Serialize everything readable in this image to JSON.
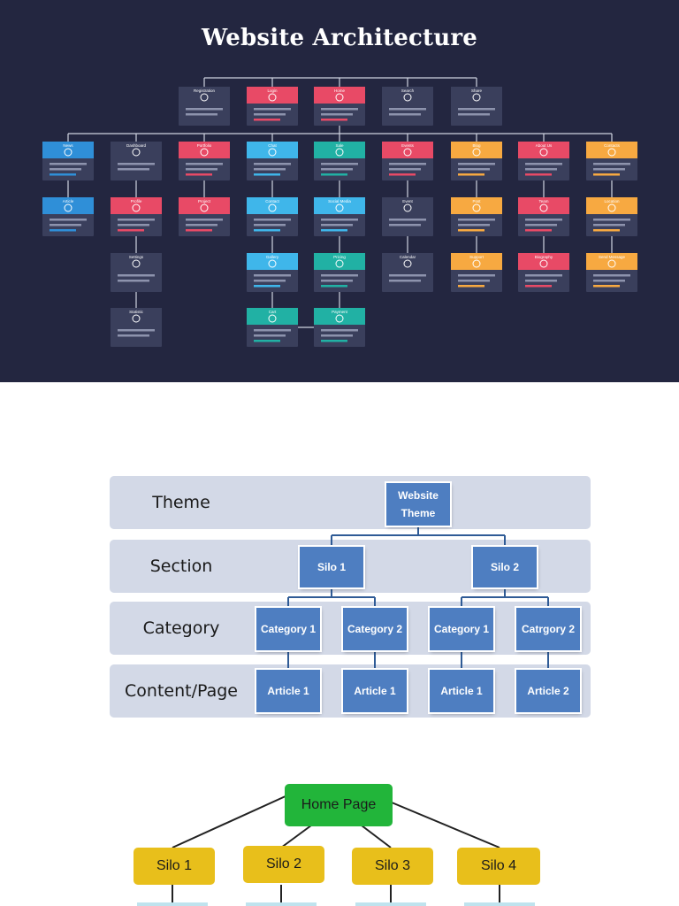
{
  "architecture": {
    "title": "Website Architecture",
    "nodes": [
      {
        "label": "Registration",
        "color": "#3a3f5c"
      },
      {
        "label": "Login",
        "color": "#e84a66"
      },
      {
        "label": "Home",
        "color": "#e84a66"
      },
      {
        "label": "Search",
        "color": "#3a3f5c"
      },
      {
        "label": "Share",
        "color": "#3a3f5c"
      },
      {
        "label": "News",
        "color": "#2f8fd8"
      },
      {
        "label": "Dashboard",
        "color": "#3a3f5c"
      },
      {
        "label": "Portfolio",
        "color": "#e84a66"
      },
      {
        "label": "Chat",
        "color": "#3fb6ea"
      },
      {
        "label": "Sale",
        "color": "#21b1a4"
      },
      {
        "label": "Events",
        "color": "#e84a66"
      },
      {
        "label": "Blog",
        "color": "#f7a941"
      },
      {
        "label": "About Us",
        "color": "#e84a66"
      },
      {
        "label": "Contacts",
        "color": "#f7a941"
      },
      {
        "label": "Article",
        "color": "#2f8fd8"
      },
      {
        "label": "Profile",
        "color": "#e84a66"
      },
      {
        "label": "Project",
        "color": "#e84a66"
      },
      {
        "label": "Contact",
        "color": "#3fb6ea"
      },
      {
        "label": "Social Media",
        "color": "#3fb6ea"
      },
      {
        "label": "Event",
        "color": "#3a3f5c"
      },
      {
        "label": "Post",
        "color": "#f7a941"
      },
      {
        "label": "Team",
        "color": "#e84a66"
      },
      {
        "label": "Location",
        "color": "#f7a941"
      },
      {
        "label": "Settings",
        "color": "#3a3f5c"
      },
      {
        "label": "Gallery",
        "color": "#3fb6ea"
      },
      {
        "label": "Pricing",
        "color": "#21b1a4"
      },
      {
        "label": "Calendar",
        "color": "#3a3f5c"
      },
      {
        "label": "Support",
        "color": "#f7a941"
      },
      {
        "label": "Biography",
        "color": "#e84a66"
      },
      {
        "label": "Send Message",
        "color": "#f7a941"
      },
      {
        "label": "Statistic",
        "color": "#3a3f5c"
      },
      {
        "label": "Cart",
        "color": "#21b1a4"
      },
      {
        "label": "Payment",
        "color": "#21b1a4"
      }
    ]
  },
  "silo_diagram": {
    "bands": [
      "Theme",
      "Section",
      "Category",
      "Content/Page"
    ],
    "theme_box": "Website\nTheme",
    "silos": [
      "Silo 1",
      "Silo 2"
    ],
    "categories": [
      "Category 1",
      "Category 2",
      "Category 1",
      "Catrgory 2"
    ],
    "articles": [
      "Article 1",
      "Article 1",
      "Article 1",
      "Article 2"
    ],
    "box_color": "#4e7ec1",
    "band_color": "#d3d9e7"
  },
  "home_tree": {
    "root": "Home Page",
    "silos": [
      "Silo 1",
      "Silo 2",
      "Silo 3",
      "Silo 4"
    ],
    "root_color": "#22b53a",
    "silo_color": "#e8bf1b"
  }
}
